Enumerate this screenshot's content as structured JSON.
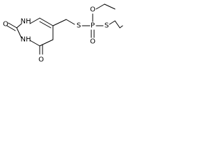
{
  "molecule": {
    "atoms": {
      "o_ring_top": "O",
      "nh_top": "NH",
      "nh_bottom": "NH",
      "o_ring_bottom": "O",
      "s_left": "S",
      "p": "P",
      "o_top": "O",
      "o_double": "O",
      "s_right": "S"
    },
    "colors": {
      "bond": "#000000",
      "label": "#000000",
      "background": "#ffffff"
    }
  }
}
